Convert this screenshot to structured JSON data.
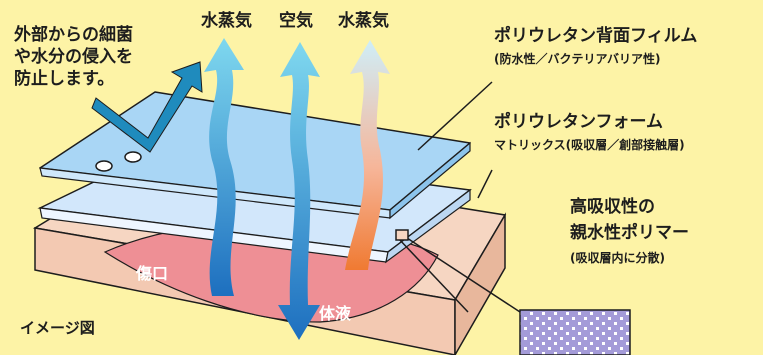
{
  "colors": {
    "background": "#fdf3a6",
    "film": "#a9d6f5",
    "foam": "#d2e7fb",
    "skin": "#f6cfb9",
    "wound": "#ee8f95",
    "arrow_blue_top": "#7fd8ef",
    "arrow_blue_bottom": "#1d6fbf",
    "arrow_orange_bottom": "#f07a32",
    "polymer_pattern": "#a49bd8"
  },
  "labels": {
    "bacteria_protection": [
      "外部からの細菌",
      "や水分の侵入を",
      "防止します。"
    ],
    "arrow_left": "水蒸気",
    "arrow_mid": "空気",
    "arrow_right": "水蒸気",
    "film_title": "ポリウレタン背面フィルム",
    "film_sub": "(防水性／バクテリアバリア性)",
    "foam_title": "ポリウレタンフォーム",
    "foam_sub": "マトリックス(吸収層／創部接触層)",
    "polymer_title_1": "高吸収性の",
    "polymer_title_2": "親水性ポリマー",
    "polymer_sub": "(吸収層内に分散)",
    "wound": "傷口",
    "fluid": "体液",
    "image_note": "イメージ図"
  },
  "icons": {
    "bacteria_arrow": "deflect-arrow-icon",
    "droplets": "droplet-icon",
    "polymer_swatch": "polymer-pattern-swatch"
  }
}
